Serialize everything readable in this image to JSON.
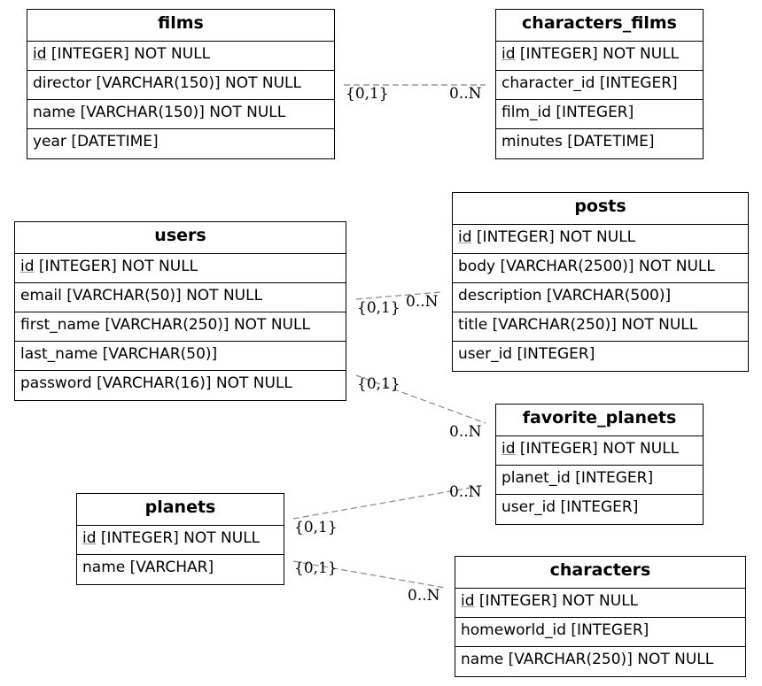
{
  "tables": {
    "films": {
      "name": "films",
      "columns": [
        {
          "pk": "id",
          "rest": " [INTEGER] NOT NULL"
        },
        {
          "text": "director [VARCHAR(150)] NOT NULL"
        },
        {
          "text": "name [VARCHAR(150)] NOT NULL"
        },
        {
          "text": "year [DATETIME]"
        }
      ]
    },
    "characters_films": {
      "name": "characters_films",
      "columns": [
        {
          "pk": "id",
          "rest": " [INTEGER] NOT NULL"
        },
        {
          "text": "character_id [INTEGER]"
        },
        {
          "text": "film_id [INTEGER]"
        },
        {
          "text": "minutes [DATETIME]"
        }
      ]
    },
    "users": {
      "name": "users",
      "columns": [
        {
          "pk": "id",
          "rest": " [INTEGER] NOT NULL"
        },
        {
          "text": "email [VARCHAR(50)] NOT NULL"
        },
        {
          "text": "first_name [VARCHAR(250)] NOT NULL"
        },
        {
          "text": "last_name [VARCHAR(50)]"
        },
        {
          "text": "password [VARCHAR(16)] NOT NULL"
        }
      ]
    },
    "posts": {
      "name": "posts",
      "columns": [
        {
          "pk": "id",
          "rest": " [INTEGER] NOT NULL"
        },
        {
          "text": "body [VARCHAR(2500)] NOT NULL"
        },
        {
          "text": "description [VARCHAR(500)]"
        },
        {
          "text": "title [VARCHAR(250)] NOT NULL"
        },
        {
          "text": "user_id [INTEGER]"
        }
      ]
    },
    "favorite_planets": {
      "name": "favorite_planets",
      "columns": [
        {
          "pk": "id",
          "rest": " [INTEGER] NOT NULL"
        },
        {
          "text": "planet_id [INTEGER]"
        },
        {
          "text": "user_id [INTEGER]"
        }
      ]
    },
    "planets": {
      "name": "planets",
      "columns": [
        {
          "pk": "id",
          "rest": " [INTEGER] NOT NULL"
        },
        {
          "text": "name [VARCHAR]"
        }
      ]
    },
    "characters": {
      "name": "characters",
      "columns": [
        {
          "pk": "id",
          "rest": " [INTEGER] NOT NULL"
        },
        {
          "text": "homeworld_id [INTEGER]"
        },
        {
          "text": "name [VARCHAR(250)] NOT NULL"
        }
      ]
    }
  },
  "relationships": [
    {
      "from": "films",
      "to": "characters_films",
      "from_card": "{0,1}",
      "to_card": "0..N"
    },
    {
      "from": "users",
      "to": "posts",
      "from_card": "{0,1}",
      "to_card": "0..N"
    },
    {
      "from": "users",
      "to": "favorite_planets",
      "from_card": "{0,1}",
      "to_card": "0..N"
    },
    {
      "from": "planets",
      "to": "favorite_planets",
      "from_card": "{0,1}",
      "to_card": "0..N"
    },
    {
      "from": "planets",
      "to": "characters",
      "from_card": "{0,1}",
      "to_card": "0..N"
    }
  ],
  "colors": {
    "line": "#888888",
    "border": "#000000"
  }
}
